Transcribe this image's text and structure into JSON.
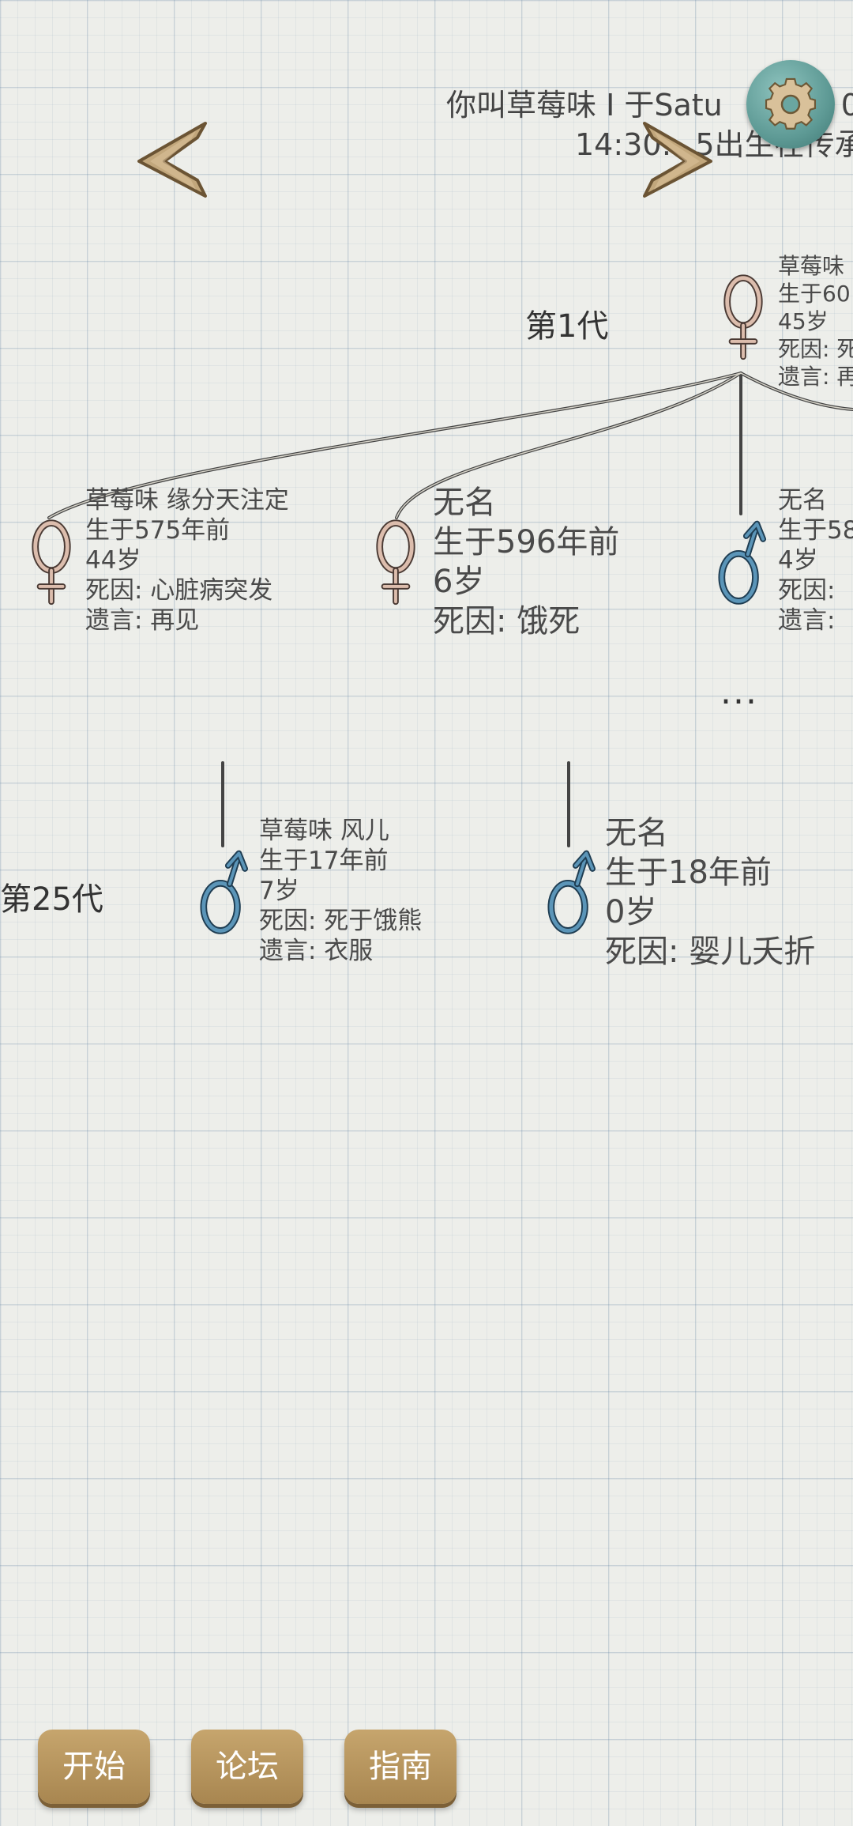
{
  "header": {
    "line1": "你叫草莓味 I 于Satu",
    "line1_tail": "0",
    "line2": "14:30:",
    "line2_tail": "5出生在传承"
  },
  "generations": [
    {
      "label": "第1代",
      "root": {
        "gender": "female",
        "lines": [
          "草莓味",
          "生于60",
          "45岁",
          "死因: 死",
          "遗言: 再"
        ]
      },
      "children": [
        {
          "gender": "female",
          "lines": [
            "草莓味 缘分天注定",
            "生于575年前",
            "44岁",
            "死因: 心脏病突发",
            "遗言: 再见"
          ]
        },
        {
          "gender": "female",
          "lines": [
            "无名",
            "生于596年前",
            "6岁",
            "死因: 饿死"
          ]
        },
        {
          "gender": "male",
          "lines": [
            "无名",
            "生于58",
            "4岁",
            "死因:",
            "遗言:"
          ]
        }
      ],
      "more": "..."
    },
    {
      "label": "第25代",
      "members": [
        {
          "gender": "male",
          "lines": [
            "草莓味 风儿",
            "生于17年前",
            "7岁",
            "死因: 死于饿熊",
            "遗言: 衣服"
          ]
        },
        {
          "gender": "male",
          "lines": [
            "无名",
            "生于18年前",
            "0岁",
            "死因: 婴儿夭折"
          ]
        }
      ]
    }
  ],
  "icons": {
    "prev": "chevron-left-icon",
    "next": "chevron-right-icon",
    "settings": "gear-icon",
    "female": "female-symbol-icon",
    "male": "male-symbol-icon"
  },
  "colors": {
    "female": "#d8b8a8",
    "male": "#5b95b8",
    "button": "#b8965e",
    "gear": "#6aa6a1"
  },
  "buttons": {
    "start": "开始",
    "forum": "论坛",
    "guide": "指南"
  }
}
